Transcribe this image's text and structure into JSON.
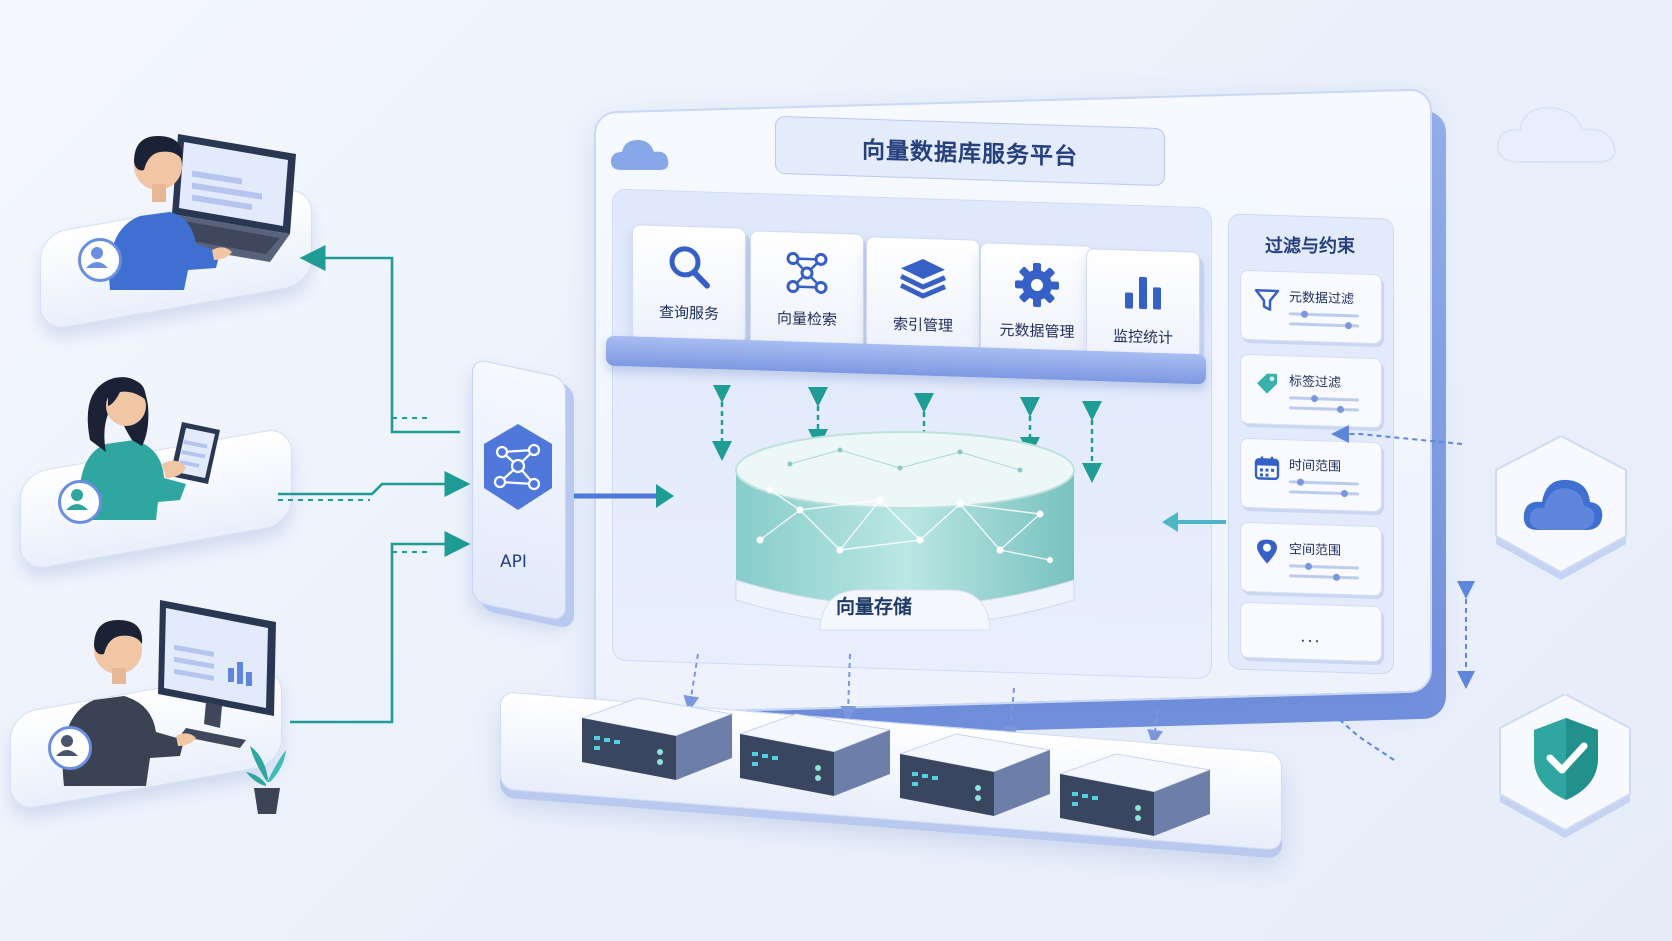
{
  "platform": {
    "title": "向量数据库服务平台",
    "modules": [
      {
        "label": "查询服务",
        "icon": "search-icon"
      },
      {
        "label": "向量检索",
        "icon": "network-nodes-icon"
      },
      {
        "label": "索引管理",
        "icon": "layers-icon"
      },
      {
        "label": "元数据管理",
        "icon": "gear-icon"
      },
      {
        "label": "监控统计",
        "icon": "bar-chart-icon"
      }
    ],
    "storage_label": "向量存储"
  },
  "filters": {
    "title": "过滤与约束",
    "items": [
      {
        "label": "元数据过滤",
        "icon": "funnel-icon"
      },
      {
        "label": "标签过滤",
        "icon": "tag-icon"
      },
      {
        "label": "时间范围",
        "icon": "calendar-icon"
      },
      {
        "label": "空间范围",
        "icon": "location-pin-icon"
      },
      {
        "label": "...",
        "icon": ""
      }
    ]
  },
  "api": {
    "label": "API",
    "icon": "graph-hexagon-icon"
  },
  "users": [
    {
      "device": "laptop",
      "icon": "user-avatar-icon"
    },
    {
      "device": "tablet",
      "icon": "user-avatar-icon"
    },
    {
      "device": "desktop-monitor",
      "icon": "user-avatar-icon"
    }
  ],
  "right_icons": [
    {
      "icon": "cloud-icon"
    },
    {
      "icon": "shield-check-icon"
    }
  ],
  "servers": {
    "count": 4,
    "icon": "server-icon"
  },
  "colors": {
    "accent_teal": "#1f9c95",
    "accent_blue": "#4f78da",
    "title_text": "#26407e",
    "panel_border": "#cbd8f4"
  }
}
